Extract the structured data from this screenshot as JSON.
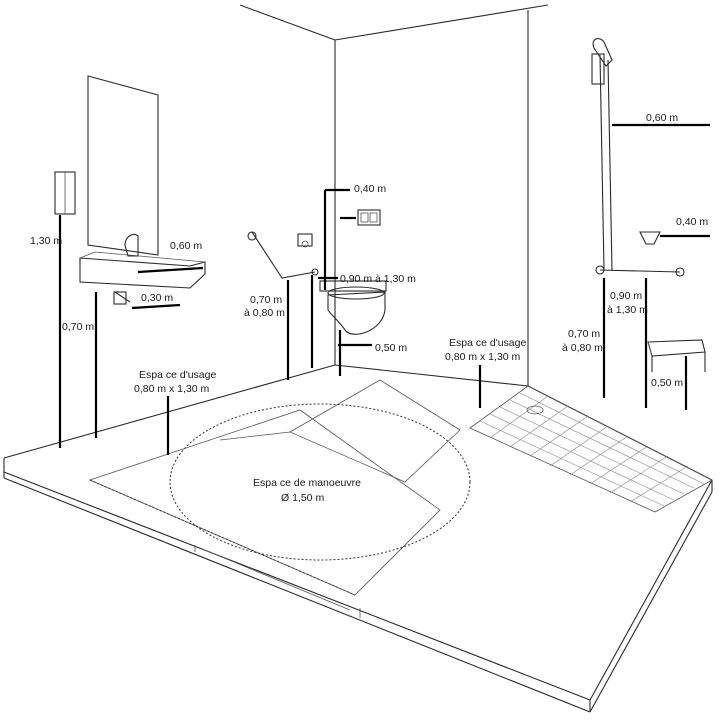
{
  "labels": {
    "sink_mirror_height": "1,30 m",
    "sink_under_height": "0,70 m",
    "sink_depth": "0,60 m",
    "sink_clearance": "0,30 m",
    "wc_grab_height": "0,70 m",
    "wc_grab_height_2": "à 0,80 m",
    "wc_flush_offset": "0,40 m",
    "wc_side_space": "0,90 m à 1,30 m",
    "wc_seat_height": "0,50 m",
    "usage_left": "Espa ce d'usage",
    "usage_left_dims": "0,80 m x 1,30 m",
    "usage_right": "Espa ce d'usage",
    "usage_right_dims": "0,80 m x 1,30 m",
    "manoeuvre": "Espa ce de manoeuvre",
    "manoeuvre_dims": "Ø 1,50 m",
    "shower_bar_offset": "0,60 m",
    "shower_soap_offset": "0,40 m",
    "shower_grab_height": "0,70 m",
    "shower_grab_height_2": "à 0,80 m",
    "shower_bar_range": "0,90 m",
    "shower_bar_range_2": "à 1,30 m",
    "shower_seat_height": "0,50 m"
  }
}
